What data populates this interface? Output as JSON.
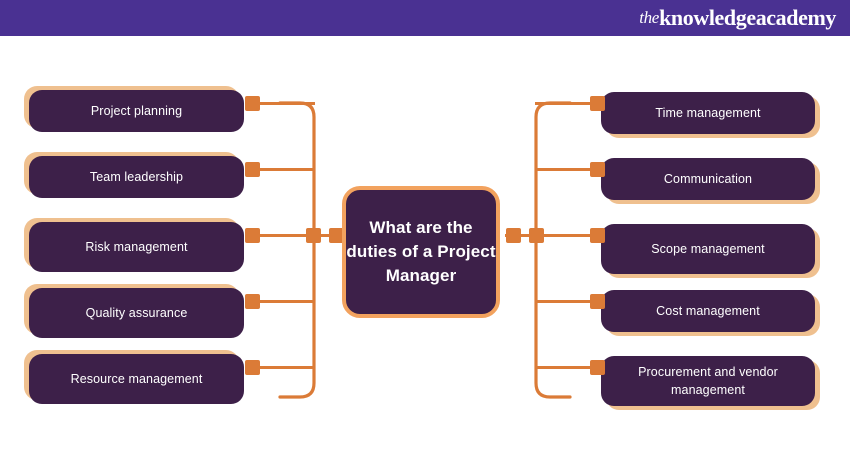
{
  "header": {
    "logo_the": "the",
    "logo_knowledge": "knowledge",
    "logo_academy": "academy",
    "background_color": "#4a3192"
  },
  "diagram": {
    "type": "mind-map",
    "center": {
      "label": "What are the duties of a Project Manager",
      "lines": [
        "What are the",
        "duties of a",
        "Project",
        "Manager"
      ],
      "fill_color": "#3d2049",
      "border_color": "#f2a25e",
      "text_color": "#ffffff"
    },
    "style": {
      "node_fill": "#3d2049",
      "node_shadow": "#efc08f",
      "connector_color": "#db7b37",
      "node_text_color": "#ffffff"
    },
    "left_branches": [
      {
        "label": "Project planning",
        "lines": [
          "Project planning"
        ]
      },
      {
        "label": "Team leadership",
        "lines": [
          "Team leadership"
        ]
      },
      {
        "label": "Risk management",
        "lines": [
          "Risk",
          "management"
        ]
      },
      {
        "label": "Quality assurance",
        "lines": [
          "Quality",
          "assurance"
        ]
      },
      {
        "label": "Resource management",
        "lines": [
          "Resource",
          "management"
        ]
      }
    ],
    "right_branches": [
      {
        "label": "Time management",
        "lines": [
          "Time management"
        ]
      },
      {
        "label": "Communication",
        "lines": [
          "Communication"
        ]
      },
      {
        "label": "Scope management",
        "lines": [
          "Scope",
          "management"
        ]
      },
      {
        "label": "Cost management",
        "lines": [
          "Cost management"
        ]
      },
      {
        "label": "Procurement and vendor management",
        "lines": [
          "Procurement and",
          "vendor management"
        ]
      }
    ]
  }
}
